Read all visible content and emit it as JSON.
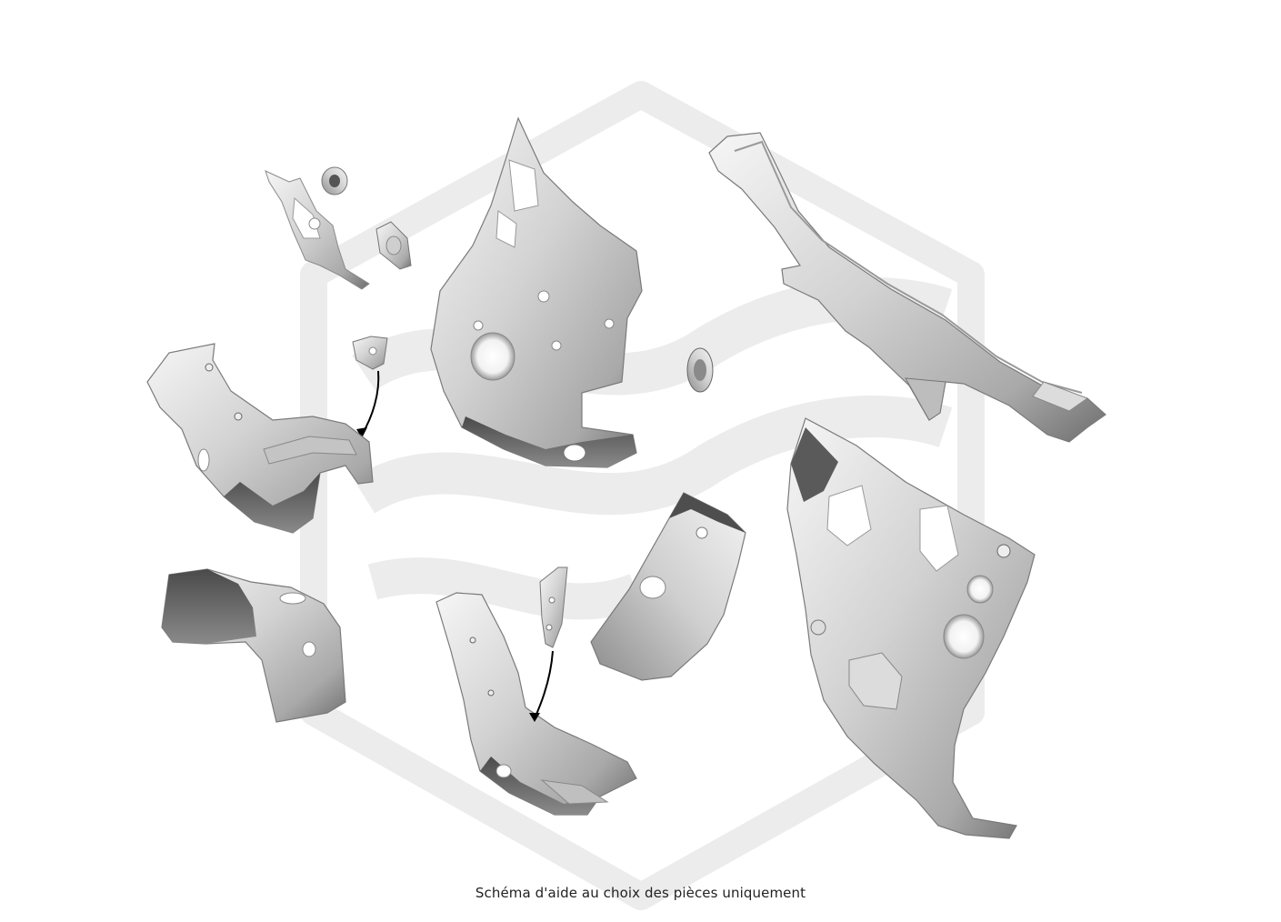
{
  "caption": "Schéma d'aide au choix des pièces uniquement",
  "colors": {
    "background": "#ffffff",
    "watermark": "#ececec",
    "part_light": "#f3f3f3",
    "part_mid": "#c9c9c9",
    "part_dark": "#5c5c5c",
    "part_outline": "#8a8a8a",
    "arrow": "#000000"
  },
  "parts": [
    {
      "name": "upper-bracket-part"
    },
    {
      "name": "nut-part"
    },
    {
      "name": "cover-plate-part"
    },
    {
      "name": "upper-wheelhouse-panel-part"
    },
    {
      "name": "cowl-crossmember-part"
    },
    {
      "name": "shock-tower-cap-part"
    },
    {
      "name": "small-bracket-part"
    },
    {
      "name": "left-front-rail-part"
    },
    {
      "name": "left-wheelhouse-part"
    },
    {
      "name": "lower-rail-part"
    },
    {
      "name": "lower-bracket-part"
    },
    {
      "name": "inner-reinforcement-part"
    },
    {
      "name": "right-inner-panel-part"
    }
  ]
}
